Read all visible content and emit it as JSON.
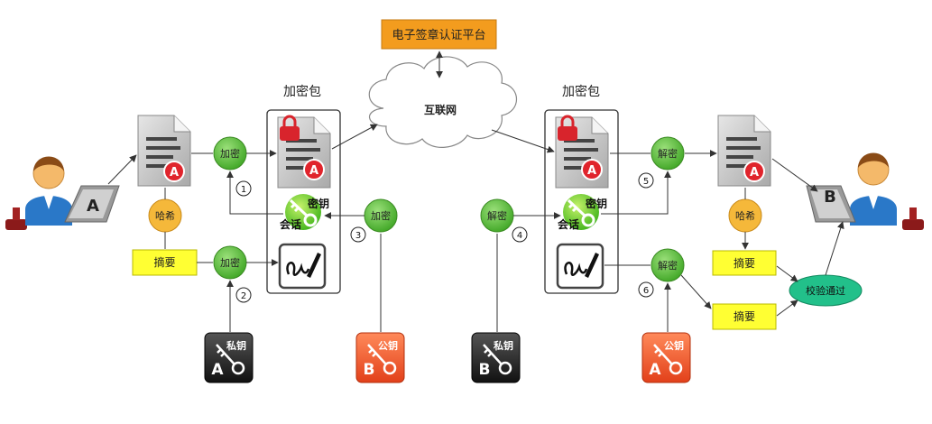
{
  "platform": "电子签章认证平台",
  "internet": "互联网",
  "package_title_left": "加密包",
  "package_title_right": "加密包",
  "user_a": "A",
  "user_b": "B",
  "doc_letter": "A",
  "session_key_top": "密钥",
  "session_key_bottom": "会话",
  "ops": {
    "encrypt": "加密",
    "decrypt": "解密",
    "hash": "哈希",
    "digest": "摘要",
    "verify": "校验通过"
  },
  "key_labels": {
    "private": "私钥",
    "public": "公钥"
  },
  "keys": [
    {
      "type": "私钥",
      "owner": "A"
    },
    {
      "type": "公钥",
      "owner": "B"
    },
    {
      "type": "私钥",
      "owner": "B"
    },
    {
      "type": "公钥",
      "owner": "A"
    }
  ],
  "steps": [
    "1",
    "2",
    "3",
    "4",
    "5",
    "6"
  ],
  "colors": {
    "green": "#5cc23a",
    "orange_box": "#f39c1e",
    "yellow_box": "#ffff33",
    "hash_circle": "#f5b83a",
    "verify": "#22c08a",
    "red_badge": "#e0242c"
  }
}
